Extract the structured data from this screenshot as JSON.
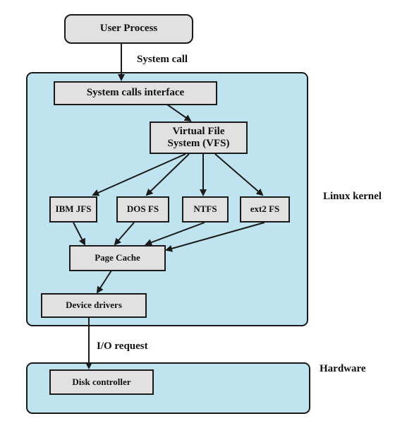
{
  "colors": {
    "region_fill": "#bfe4ef",
    "box_fill": "#e1e1e1",
    "stroke": "#1a1a1a"
  },
  "nodes": {
    "user_process": "User Process",
    "syscall_interface": "System calls interface",
    "vfs_line1": "Virtual File",
    "vfs_line2": "System (VFS)",
    "ibm_jfs": "IBM JFS",
    "dos_fs": "DOS FS",
    "ntfs": "NTFS",
    "ext2_fs": "ext2 FS",
    "page_cache": "Page Cache",
    "device_drivers": "Device drivers",
    "disk_controller": "Disk controller"
  },
  "labels": {
    "system_call": "System call",
    "io_request": "I/O request",
    "linux_kernel": "Linux kernel",
    "hardware": "Hardware"
  }
}
